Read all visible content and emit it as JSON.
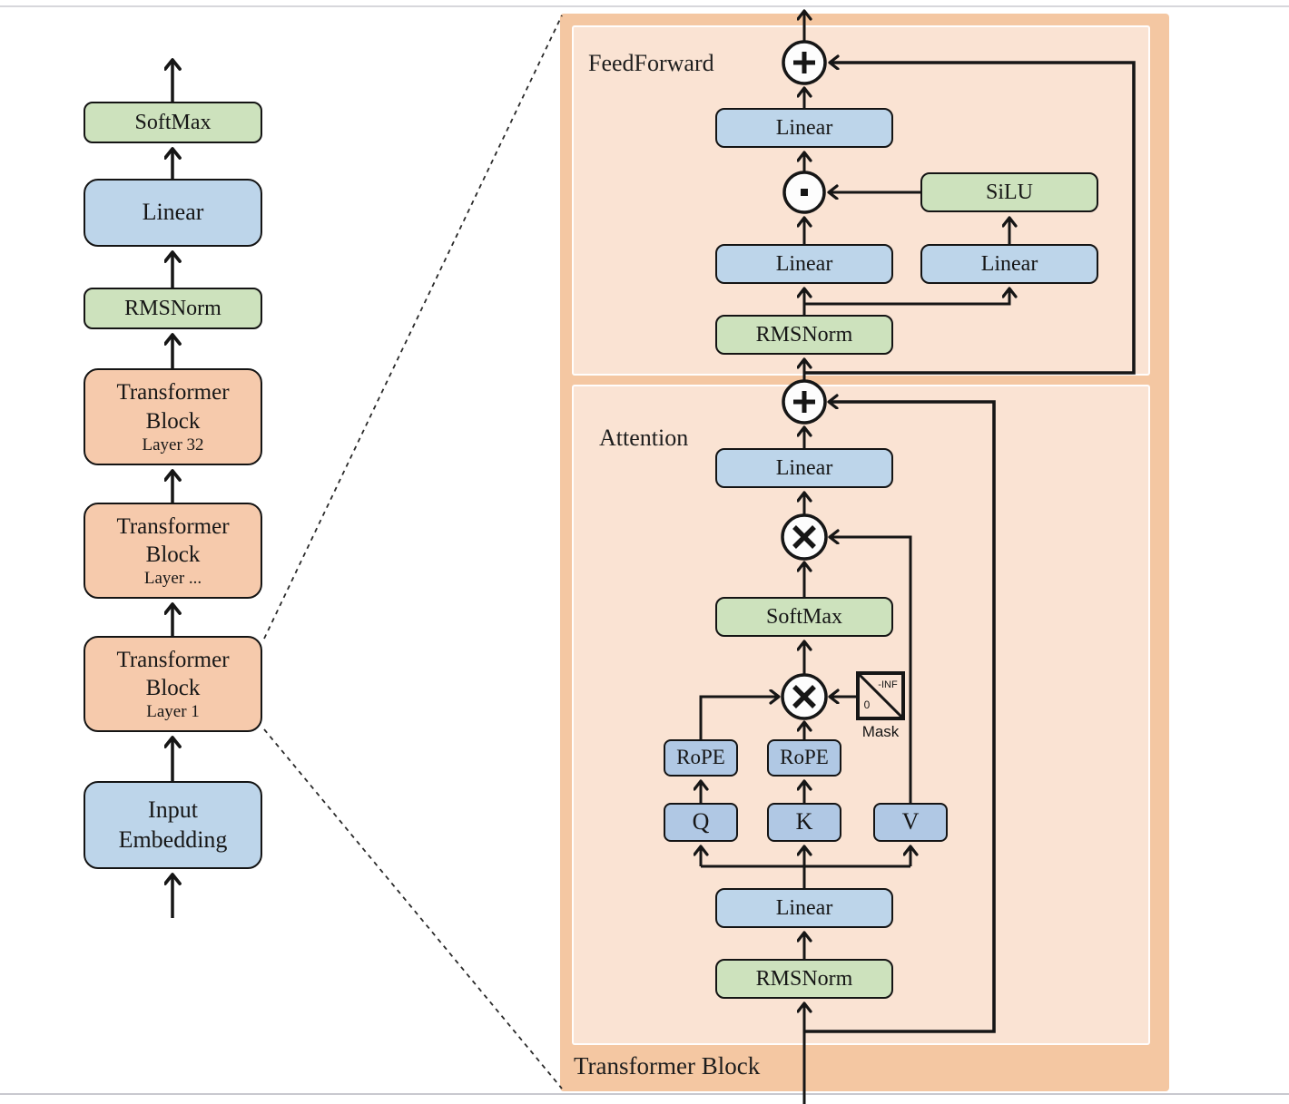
{
  "colors": {
    "block_green": "#cde2bd",
    "block_blue": "#bdd5ea",
    "block_blue_qkv": "#b0c8e4",
    "block_orange": "#f6caac",
    "panel_outer": "#f4c7a2",
    "panel_inner": "#fae3d3",
    "line": "#161616"
  },
  "icons": {
    "residual-add-icon": "⊕",
    "matmul-icon": "⊗",
    "elementwise-product-icon": "⊙"
  },
  "left_column": {
    "blocks": [
      {
        "label": "SoftMax"
      },
      {
        "label": "Linear"
      },
      {
        "label": "RMSNorm"
      },
      {
        "line1": "Transformer",
        "line2": "Block",
        "sub": "Layer 32"
      },
      {
        "line1": "Transformer",
        "line2": "Block",
        "sub": "Layer ..."
      },
      {
        "line1": "Transformer",
        "line2": "Block",
        "sub": "Layer 1"
      },
      {
        "line1": "Input",
        "line2": "Embedding"
      }
    ]
  },
  "panel": {
    "title": "Transformer Block",
    "feedforward": {
      "label": "FeedForward",
      "linear_out": "Linear",
      "silu": "SiLU",
      "linear_gate": "Linear",
      "linear_up": "Linear",
      "rmsnorm": "RMSNorm"
    },
    "attention": {
      "label": "Attention",
      "linear_out": "Linear",
      "softmax": "SoftMax",
      "rope_q": "RoPE",
      "rope_k": "RoPE",
      "q": "Q",
      "k": "K",
      "v": "V",
      "linear_in": "Linear",
      "rmsnorm": "RMSNorm",
      "mask": {
        "label": "Mask",
        "upper": "-INF",
        "lower": "0"
      }
    }
  }
}
